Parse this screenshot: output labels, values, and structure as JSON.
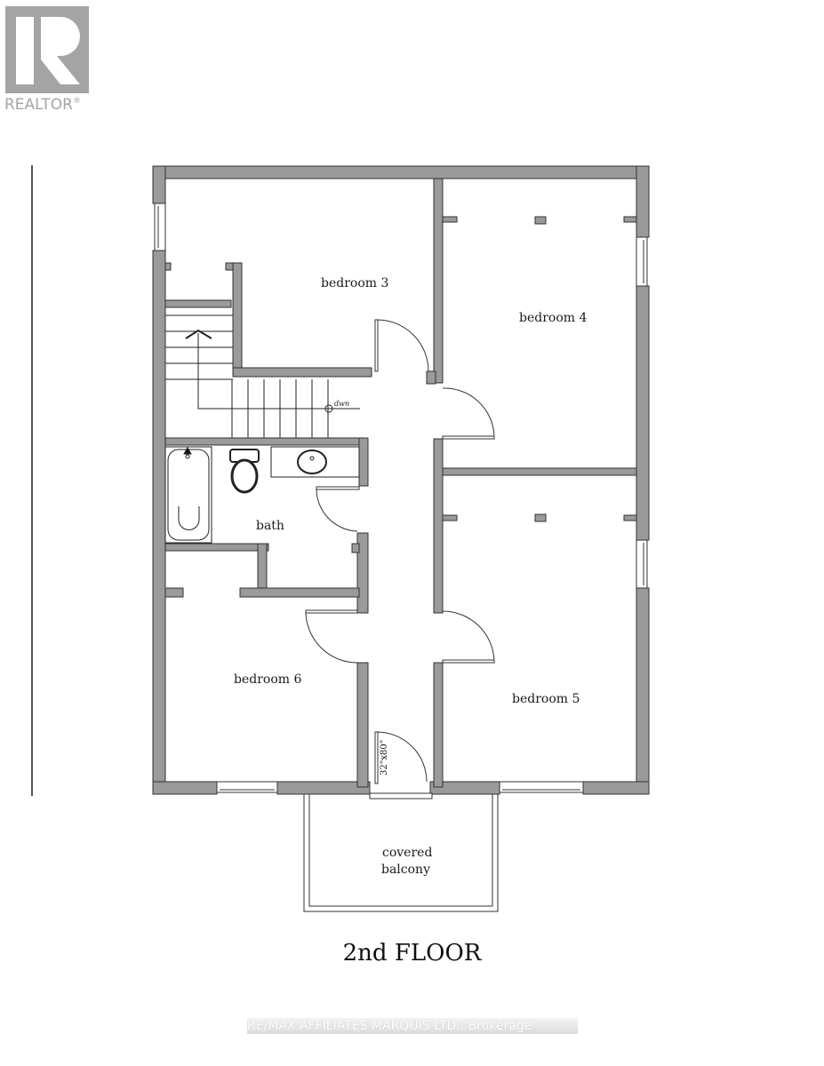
{
  "logo": {
    "brand": "REALTOR",
    "registered_mark": "®",
    "color": "#a4a4a4"
  },
  "floor_plan": {
    "title": "2nd FLOOR",
    "rooms": [
      {
        "id": "bedroom3",
        "label": "bedroom 3"
      },
      {
        "id": "bedroom4",
        "label": "bedroom 4"
      },
      {
        "id": "bath",
        "label": "bath"
      },
      {
        "id": "bedroom5",
        "label": "bedroom 5"
      },
      {
        "id": "bedroom6",
        "label": "bedroom 6"
      },
      {
        "id": "balcony",
        "label_line1": "covered",
        "label_line2": "balcony"
      }
    ],
    "stairs_label": "dwn",
    "door_dimension": "32\"x80\"",
    "wall_color": "#9a9a9a",
    "wall_outline": "#333333"
  },
  "watermark": {
    "text": "RE/MAX AFFILIATES MARQUIS LTD., Brokerage"
  }
}
